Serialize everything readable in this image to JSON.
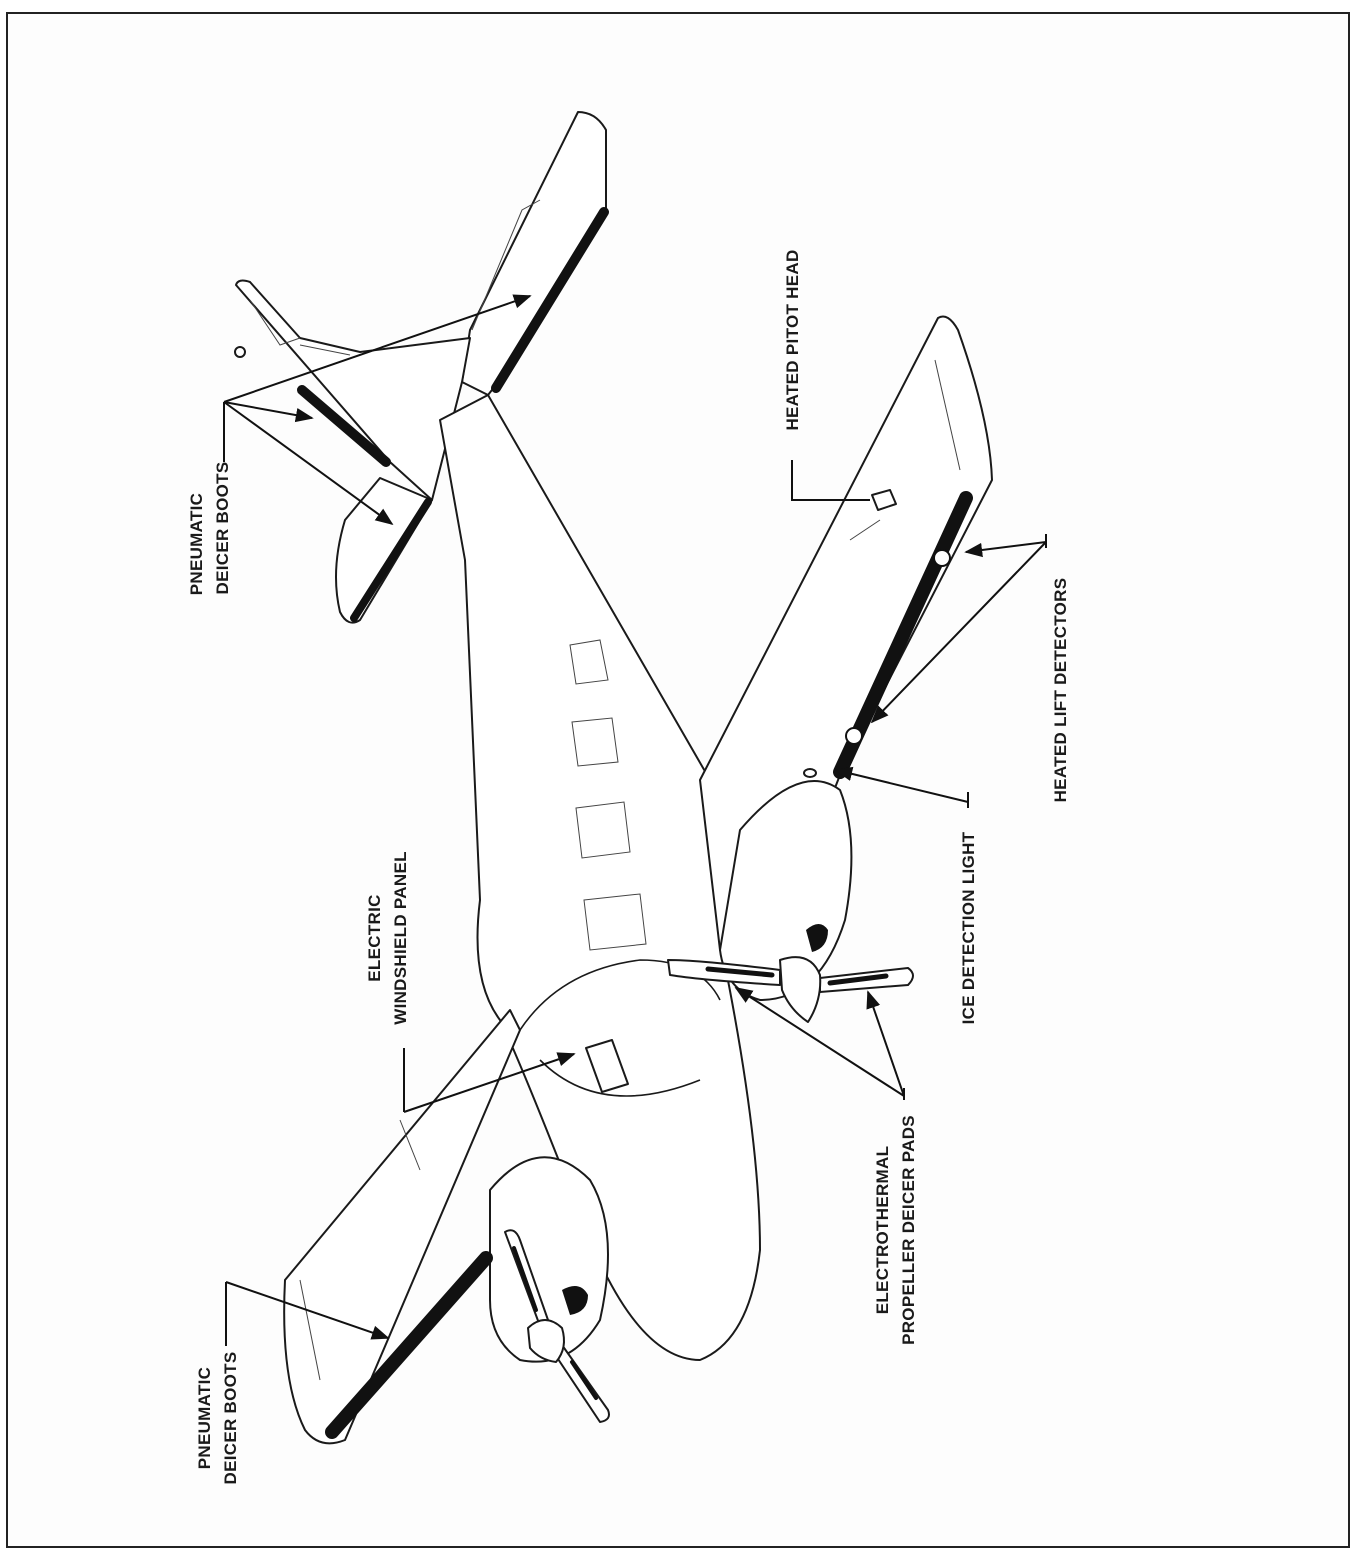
{
  "labels": {
    "pneumatic_tail": [
      "PNEUMATIC",
      "DEICER BOOTS"
    ],
    "pneumatic_wing": [
      "PNEUMATIC",
      "DEICER BOOTS"
    ],
    "electric_windshield": [
      "ELECTRIC",
      "WINDSHIELD PANEL"
    ],
    "electrothermal_prop": [
      "ELECTROTHERMAL",
      "PROPELLER DEICER PADS"
    ],
    "ice_detection_light": "ICE DETECTION LIGHT",
    "heated_lift_detectors": "HEATED LIFT DETECTORS",
    "heated_pitot_head": "HEATED PITOT HEAD"
  }
}
